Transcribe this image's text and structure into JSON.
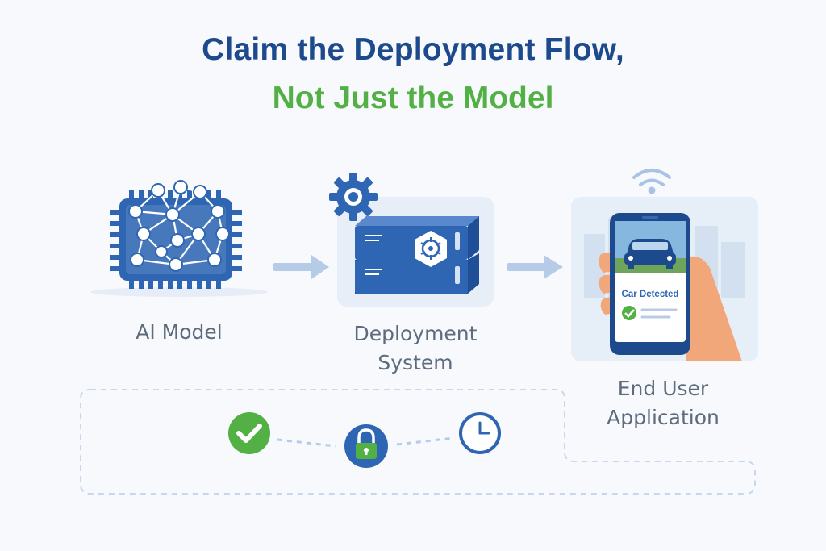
{
  "title": {
    "line1": "Claim the Deployment Flow,",
    "line2": "Not Just the Model"
  },
  "nodes": {
    "ai_model": {
      "label": "AI Model",
      "icon": "neural-chip-icon"
    },
    "deployment": {
      "label_line1": "Deployment",
      "label_line2": "System",
      "icon": "server-stack-icon"
    },
    "end_user": {
      "label_line1": "End User",
      "label_line2": "Application",
      "icon": "smartphone-icon"
    }
  },
  "phone": {
    "status_text": "Car Detected"
  },
  "bottom_icons": [
    "check-circle-icon",
    "lock-icon",
    "clock-icon"
  ],
  "colors": {
    "navy": "#1d4a8c",
    "green": "#52b044",
    "blue": "#2f66b3",
    "arrow": "#b6cbe8"
  }
}
